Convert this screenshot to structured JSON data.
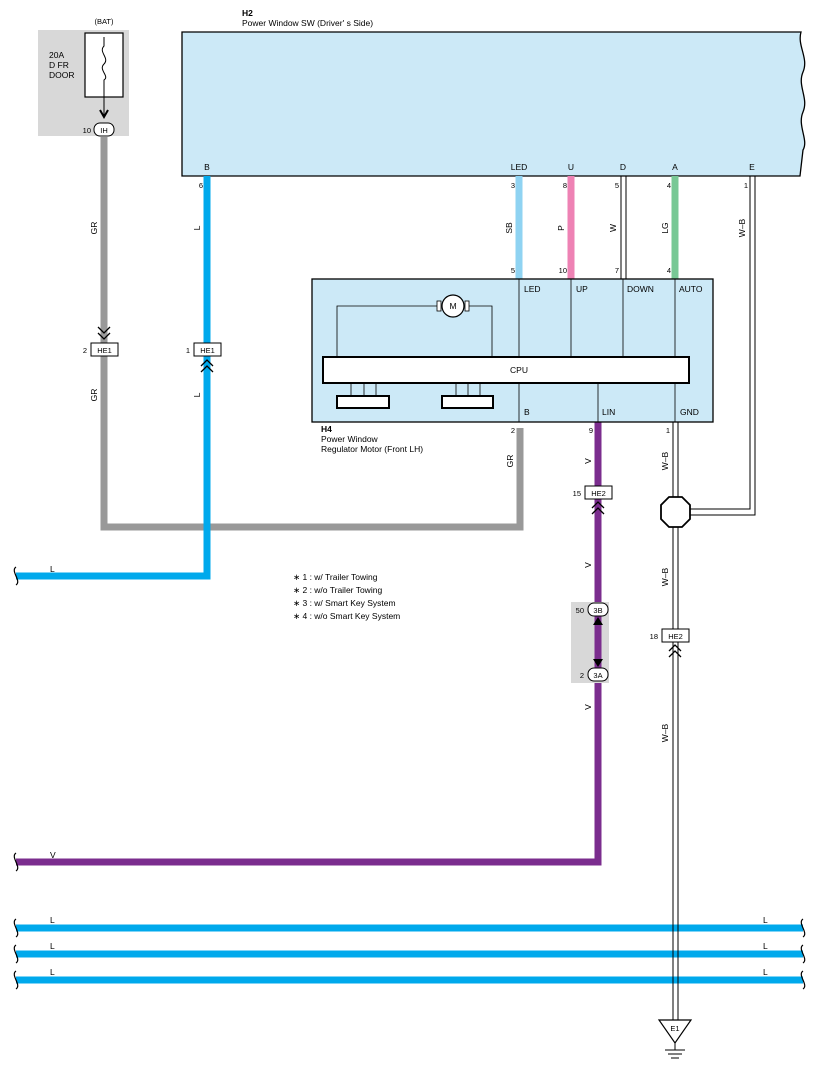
{
  "colors": {
    "blue": "#00a9ec",
    "gray": "#999999",
    "purple": "#7b2d8e",
    "pink": "#ee82b4",
    "light_blue": "#8fd3f2",
    "green": "#78c895",
    "box_fill": "#cce9f7",
    "fuse_bg": "#d8d8d8"
  },
  "fuse": {
    "source": "(BAT)",
    "line1": "20A",
    "line2": "D FR",
    "line3": "DOOR",
    "pin": "10",
    "connector": "IH"
  },
  "switch": {
    "code": "H2",
    "name": "Power Window SW (Driver' s Side)",
    "terminals": [
      {
        "label": "B",
        "pin": "6"
      },
      {
        "label": "LED",
        "pin": "3"
      },
      {
        "label": "U",
        "pin": "8"
      },
      {
        "label": "D",
        "pin": "5"
      },
      {
        "label": "A",
        "pin": "4"
      },
      {
        "label": "E",
        "pin": "1"
      }
    ]
  },
  "motor": {
    "code": "H4",
    "name_line1": "Power Window",
    "name_line2": "Regulator Motor (Front LH)",
    "motor_symbol": "M",
    "cpu_label": "CPU",
    "top_terminals": [
      {
        "label": "LED",
        "pin": "5"
      },
      {
        "label": "UP",
        "pin": "10"
      },
      {
        "label": "DOWN",
        "pin": "7"
      },
      {
        "label": "AUTO",
        "pin": "4"
      }
    ],
    "bottom_terminals": [
      {
        "label": "B",
        "pin": "2"
      },
      {
        "label": "LIN",
        "pin": "9"
      },
      {
        "label": "GND",
        "pin": "1"
      }
    ]
  },
  "wire_colors": {
    "gr": "GR",
    "l": "L",
    "sb": "SB",
    "p": "P",
    "w": "W",
    "lg": "LG",
    "wb": "W–B",
    "v": "V"
  },
  "connectors": {
    "he1_gr": {
      "pin": "2",
      "name": "HE1"
    },
    "he1_l": {
      "pin": "1",
      "name": "HE1"
    },
    "he2_lin": {
      "pin": "15",
      "name": "HE2"
    },
    "he2_gnd": {
      "pin": "18",
      "name": "HE2"
    },
    "c3b": {
      "pin": "50",
      "name": "3B"
    },
    "c3a": {
      "pin": "2",
      "name": "3A"
    }
  },
  "ground": {
    "name": "E1"
  },
  "notes": [
    "∗ 1 : w/ Trailer Towing",
    "∗ 2 : w/o Trailer Towing",
    "∗ 3 : w/ Smart Key System",
    "∗ 4 : w/o Smart Key System"
  ]
}
